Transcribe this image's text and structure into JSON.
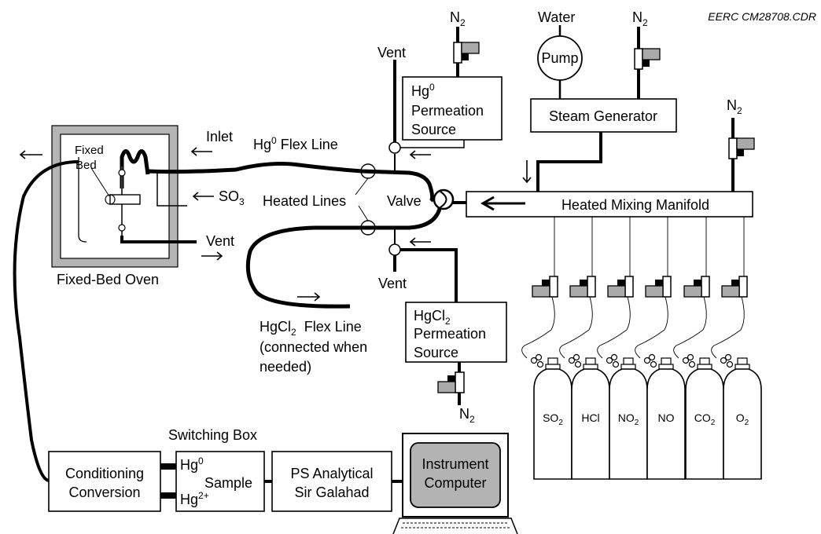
{
  "drawing_id": "EERC CM28708.CDR",
  "labels": {
    "water": "Water",
    "pump": "Pump",
    "n2": "N",
    "n2_sub": "2",
    "vent": "Vent",
    "hg": "Hg",
    "hg0_sup": "0",
    "permeation": "Permeation",
    "source": "Source",
    "steam_generator": "Steam Generator",
    "inlet": "Inlet",
    "hg0_flex_line_rest": " Flex Line",
    "fixed": "Fixed",
    "bed": "Bed",
    "so": "SO",
    "so3_sub": "3",
    "heated_lines": "Heated Lines",
    "valve": "Valve",
    "heated_mixing_manifold": "Heated Mixing Manifold",
    "fixed_bed_oven": "Fixed-Bed Oven",
    "hgcl": "HgCl",
    "hgcl2_sub": "2",
    "flex_line": "Flex Line",
    "connected_when": "(connected when",
    "needed": "needed)",
    "switching_box": "Switching Box",
    "conditioning": "Conditioning",
    "conversion": "Conversion",
    "hg2_sup": "2+",
    "sample": "Sample",
    "ps_analytical": "PS Analytical",
    "sir_galahad": "Sir Galahad",
    "instrument": "Instrument",
    "computer": "Computer"
  },
  "cylinders": [
    {
      "label": "SO",
      "sub": "2"
    },
    {
      "label": "HCl",
      "sub": ""
    },
    {
      "label": "NO",
      "sub": "2"
    },
    {
      "label": "NO",
      "sub": ""
    },
    {
      "label": "CO",
      "sub": "2"
    },
    {
      "label": "O",
      "sub": "2"
    }
  ]
}
